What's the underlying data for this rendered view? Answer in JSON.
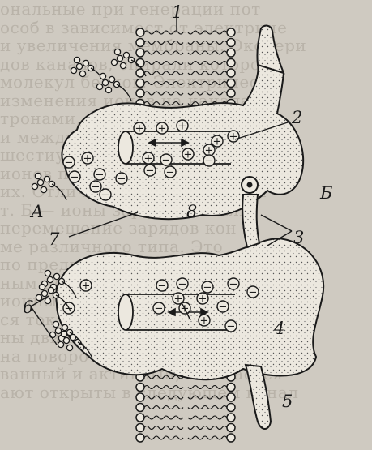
{
  "background_text_lines": [
    "ональные при генерации пот",
    "особ в зависимост от электриче",
    "и увеличения мембраны. Экспери",
    "дов каналов, спирали которой",
    "молекул белков. Электрическ",
    "изменения ионов на каналах к",
    "тронами, внутренними. Канал",
    "и между частями спирали",
    "шестиугольной формы, оборот",
    "ионов по каналу определяется",
    "их. Отличается от других ион",
    "т. Б — ионы заряда. Каналы",
    "перемещение зарядов кон",
    "ме различного типа. Это",
    "по предполагаемой схеме",
    "ным ионам проходить",
    "ионные каналы",
    "ся ток зарядов в",
    "ны движутся в",
    "на поворотный механизм раздели",
    "ванный и активный, снижается",
    "ают открыты в следующем канал"
  ],
  "figure": {
    "labels": {
      "n1": "1",
      "n2": "2",
      "n3": "3",
      "n4": "4",
      "n5": "5",
      "n6": "6",
      "n7": "7",
      "n8": "8",
      "A": "А",
      "B": "Б"
    },
    "colors": {
      "ink": "#1a1a1a",
      "protein_fill": "#ece8df",
      "background": "#cfcac1"
    },
    "charge_symbols": {
      "plus": "+",
      "minus": "−"
    }
  }
}
